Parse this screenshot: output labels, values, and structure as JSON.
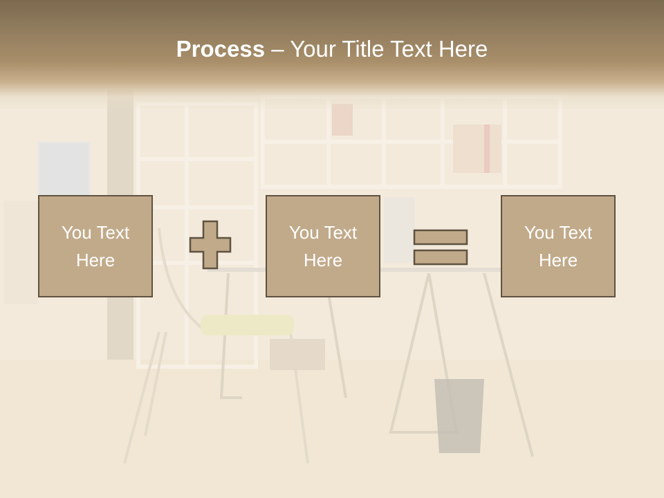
{
  "slide": {
    "title_bold": "Process",
    "title_rest": " – Your Title Text Here",
    "boxes": [
      {
        "text": "You Text Here"
      },
      {
        "text": "You Text Here"
      },
      {
        "text": "You Text Here"
      }
    ],
    "operators": [
      "plus-icon",
      "equals-icon"
    ]
  },
  "colors": {
    "title_band": "#7c6a4f",
    "box_fill": "#c1aa8a",
    "box_border": "#5f5241",
    "text": "#ffffff"
  }
}
